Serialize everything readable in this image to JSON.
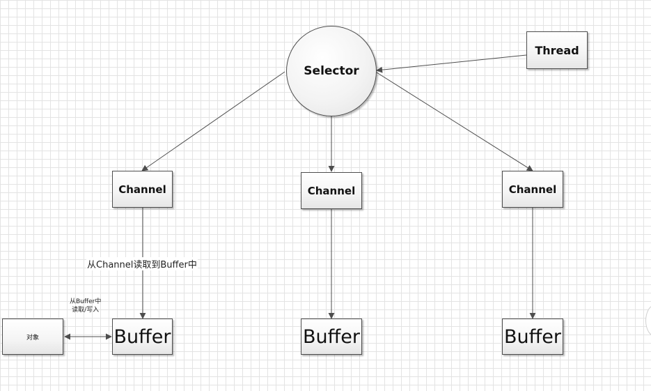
{
  "nodes": {
    "selector": "Selector",
    "thread": "Thread",
    "channels": [
      "Channel",
      "Channel",
      "Channel"
    ],
    "buffers": [
      "Buffer",
      "Buffer",
      "Buffer"
    ],
    "object": "对象"
  },
  "annotations": {
    "channel_to_buffer": "从Channel读取到Buffer中",
    "buffer_rw_line1": "从Buffer中",
    "buffer_rw_line2": "读取/写入"
  },
  "colors": {
    "line": "#4d4d4d",
    "grid": "#e3e3e3",
    "node_border": "#4d4d4d"
  }
}
